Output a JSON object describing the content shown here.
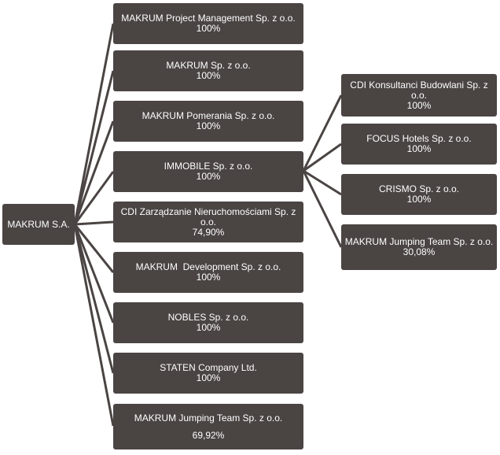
{
  "root": {
    "name": "MAKRUM S.A."
  },
  "subsidiaries": [
    {
      "name": "MAKRUM Project Management Sp. z o.o.",
      "share": "100%"
    },
    {
      "name": "MAKRUM Sp. z o.o.",
      "share": "100%"
    },
    {
      "name": "MAKRUM Pomerania Sp. z o.o.",
      "share": "100%"
    },
    {
      "name": "IMMOBILE Sp. z o.o.",
      "share": "100%"
    },
    {
      "name": "CDI Zarządzanie Nieruchomościami Sp. z o.o.",
      "share": "74,90%"
    },
    {
      "name": "MAKRUM  Development Sp. z o.o.",
      "share": "100%"
    },
    {
      "name": "NOBLES Sp. z o.o.",
      "share": "100%"
    },
    {
      "name": "STATEN Company Ltd.",
      "share": "100%"
    },
    {
      "name": "MAKRUM Jumping Team Sp. z o.o.",
      "share": "69,92%"
    }
  ],
  "immobile_subsidiaries": [
    {
      "name": "CDI Konsultanci Budowlani Sp. z o.o.",
      "share": "100%"
    },
    {
      "name": "FOCUS Hotels Sp. z o.o.",
      "share": "100%"
    },
    {
      "name": "CRISMO Sp. z o.o.",
      "share": "100%"
    },
    {
      "name": "MAKRUM Jumping Team Sp. z o.o.",
      "share": "30,08%"
    }
  ],
  "colors": {
    "box": "#4a4443",
    "text": "#ffffff",
    "connector": "#4a4443"
  }
}
